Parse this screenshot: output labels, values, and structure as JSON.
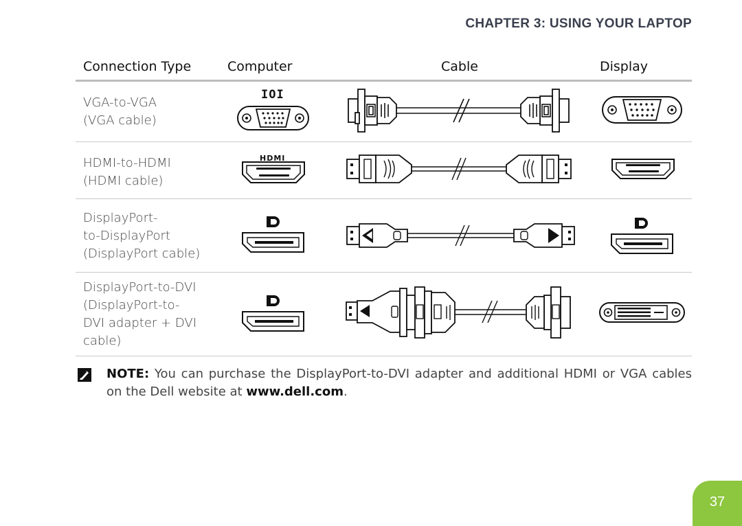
{
  "chapter_title": "CHAPTER 3: USING YOUR LAPTOP",
  "table": {
    "headers": [
      "Connection Type",
      "Computer",
      "Cable",
      "Display"
    ],
    "rows": [
      {
        "label_lines": [
          "VGA-to-VGA",
          "(VGA cable)"
        ],
        "connector": "vga",
        "icon": "IOI"
      },
      {
        "label_lines": [
          "HDMI-to-HDMI",
          "(HDMI cable)"
        ],
        "connector": "hdmi",
        "icon": "HDMI"
      },
      {
        "label_lines": [
          "DisplayPort-",
          "to-DisplayPort",
          "(DisplayPort cable)"
        ],
        "connector": "displayport",
        "icon": "D"
      },
      {
        "label_lines": [
          "DisplayPort-to-DVI",
          "(DisplayPort-to-",
          "DVI adapter + DVI",
          "cable)"
        ],
        "connector": "displayport-to-dvi",
        "icon": "D"
      }
    ]
  },
  "note": {
    "prefix": "NOTE:",
    "text": " You can purchase the DisplayPort-to-DVI adapter and additional HDMI or VGA cables on the Dell website at ",
    "link": "www.dell.com",
    "suffix": "."
  },
  "page_number": "37",
  "colors": {
    "page_tab": "#8dc63f",
    "chapter_text": "#3a3f4d",
    "rule": "#bdbdbd"
  }
}
